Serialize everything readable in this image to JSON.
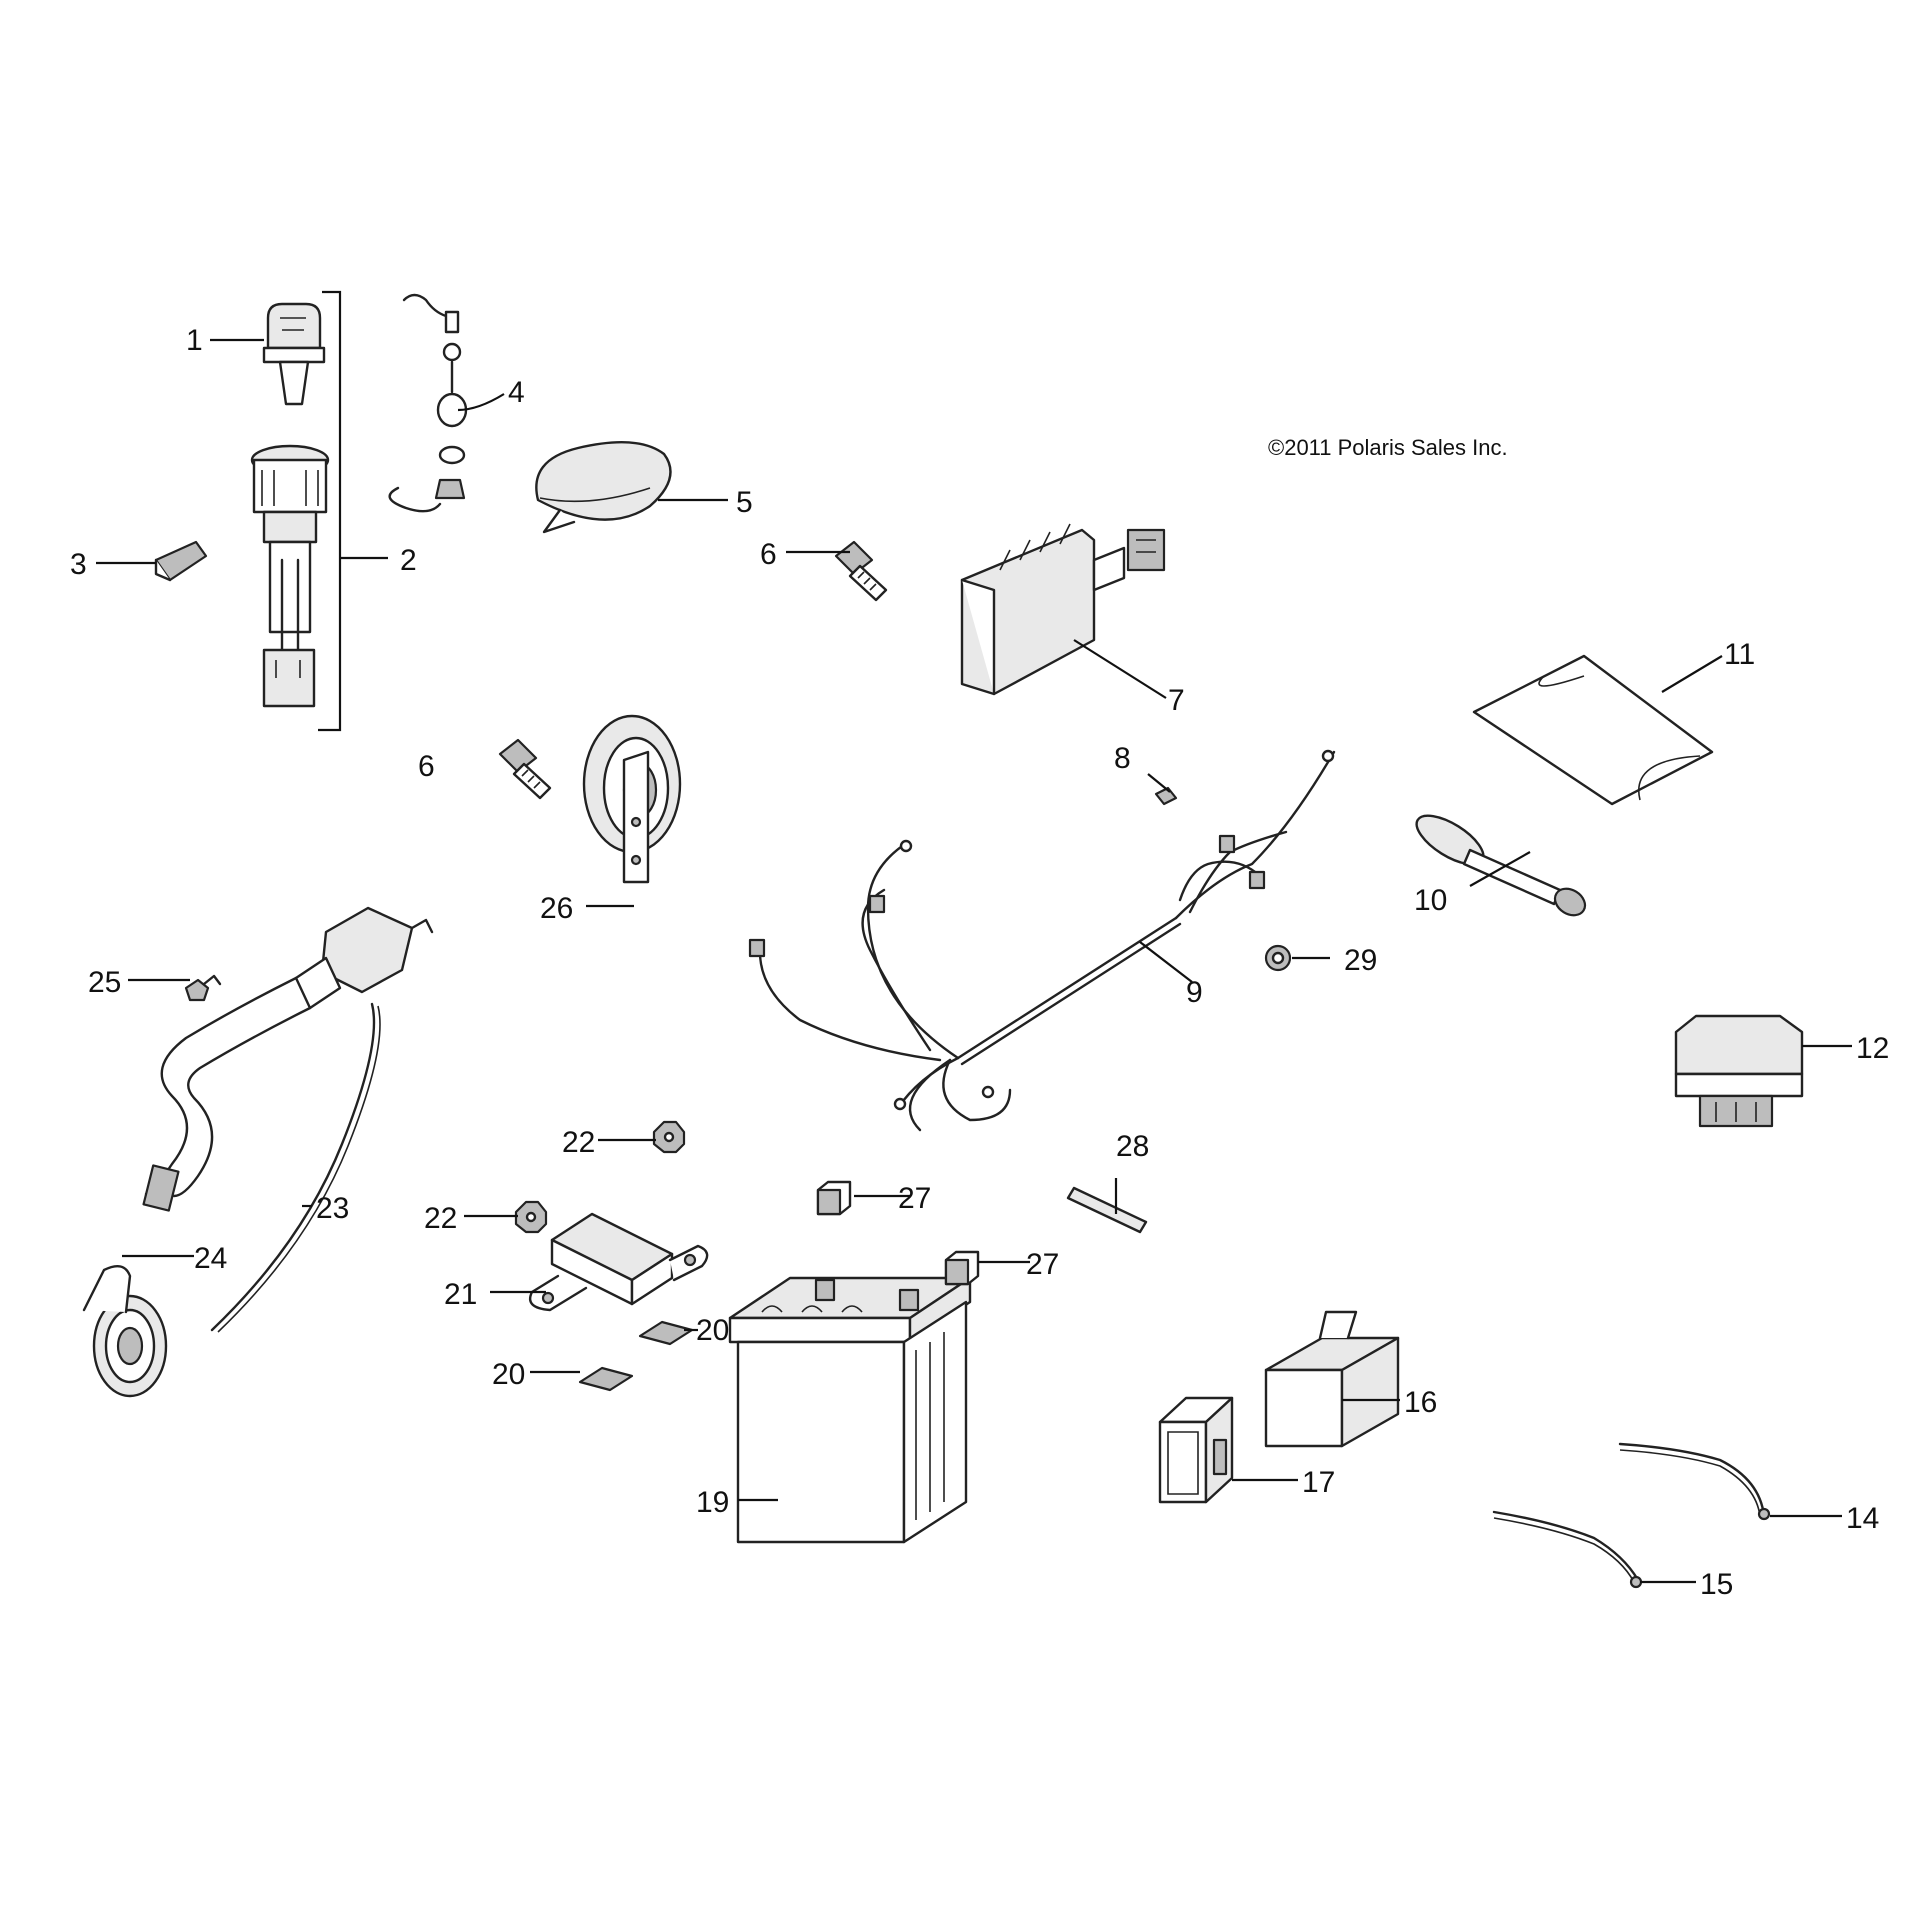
{
  "copyright": "©2011 Polaris Sales Inc.",
  "callouts": [
    {
      "id": "c1",
      "text": "1"
    },
    {
      "id": "c2",
      "text": "2"
    },
    {
      "id": "c3",
      "text": "3"
    },
    {
      "id": "c4",
      "text": "4"
    },
    {
      "id": "c5",
      "text": "5"
    },
    {
      "id": "c6a",
      "text": "6"
    },
    {
      "id": "c6b",
      "text": "6"
    },
    {
      "id": "c7",
      "text": "7"
    },
    {
      "id": "c8",
      "text": "8"
    },
    {
      "id": "c9",
      "text": "9"
    },
    {
      "id": "c10",
      "text": "10"
    },
    {
      "id": "c11",
      "text": "11"
    },
    {
      "id": "c12",
      "text": "12"
    },
    {
      "id": "c14",
      "text": "14"
    },
    {
      "id": "c15",
      "text": "15"
    },
    {
      "id": "c16",
      "text": "16"
    },
    {
      "id": "c17",
      "text": "17"
    },
    {
      "id": "c19",
      "text": "19"
    },
    {
      "id": "c20a",
      "text": "20"
    },
    {
      "id": "c20b",
      "text": "20"
    },
    {
      "id": "c21",
      "text": "21"
    },
    {
      "id": "c22a",
      "text": "22"
    },
    {
      "id": "c22b",
      "text": "22"
    },
    {
      "id": "c23",
      "text": "23"
    },
    {
      "id": "c24",
      "text": "24"
    },
    {
      "id": "c25",
      "text": "25"
    },
    {
      "id": "c26",
      "text": "26"
    },
    {
      "id": "c27a",
      "text": "27"
    },
    {
      "id": "c27b",
      "text": "27"
    },
    {
      "id": "c28",
      "text": "28"
    },
    {
      "id": "c29",
      "text": "29"
    }
  ]
}
